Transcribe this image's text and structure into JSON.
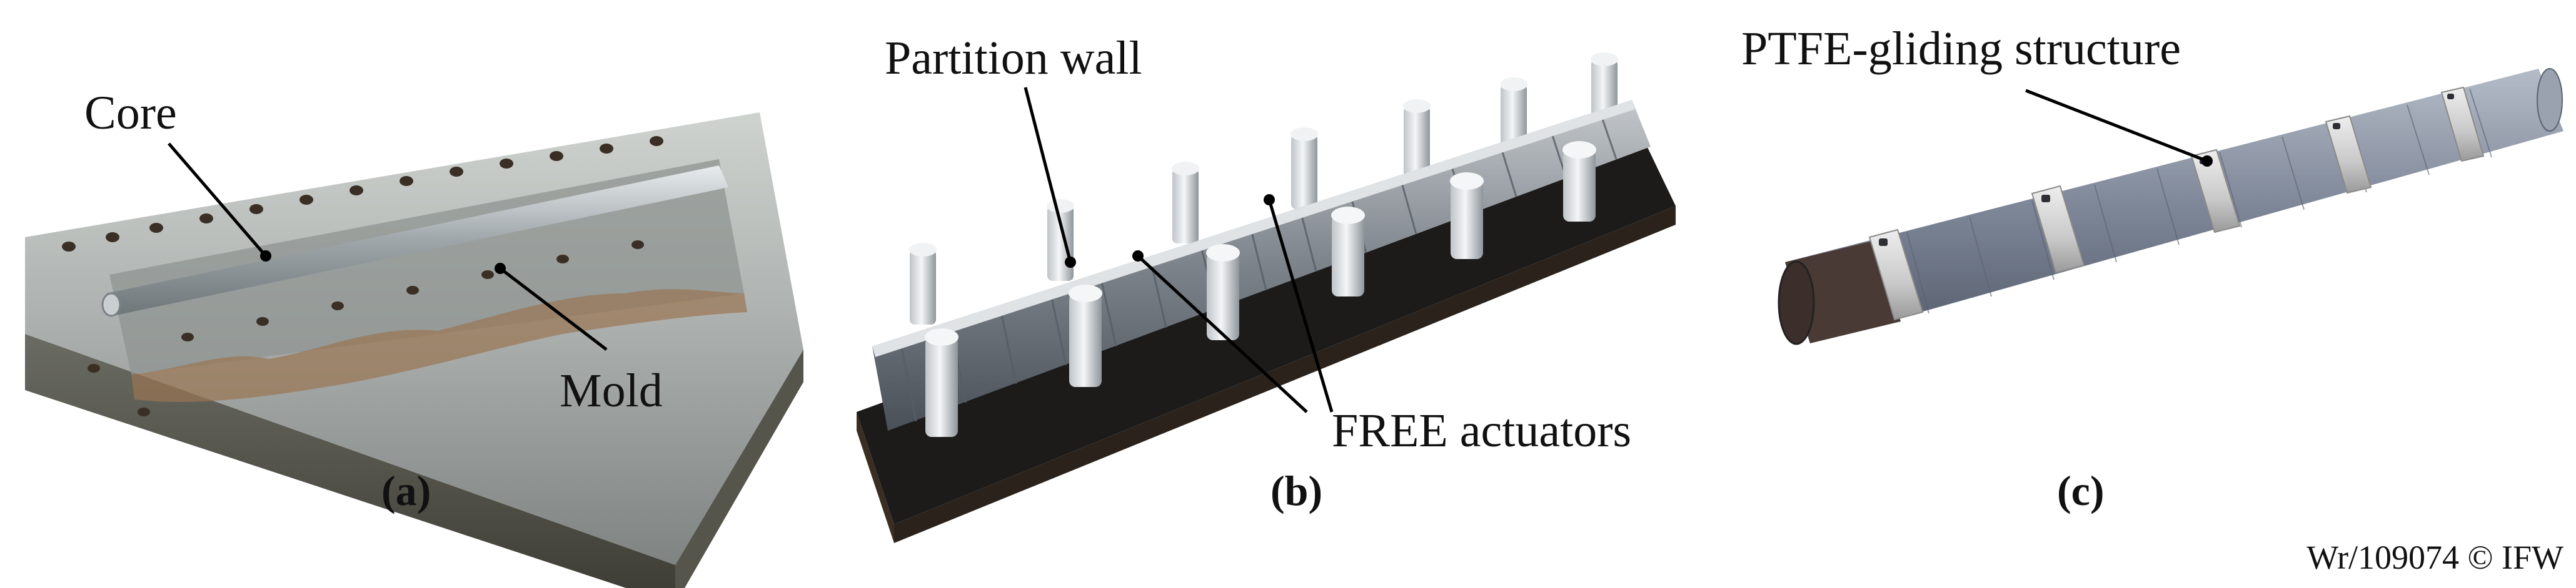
{
  "panels": [
    {
      "caption": "(a)",
      "labels": {
        "core": "Core",
        "mold": "Mold"
      }
    },
    {
      "caption": "(b)",
      "labels": {
        "partition": "Partition wall",
        "actuators": "FREE actuators"
      }
    },
    {
      "caption": "(c)",
      "labels": {
        "structure": "PTFE-gliding structure"
      }
    }
  ],
  "credit": "Wr/109074 © IFW"
}
